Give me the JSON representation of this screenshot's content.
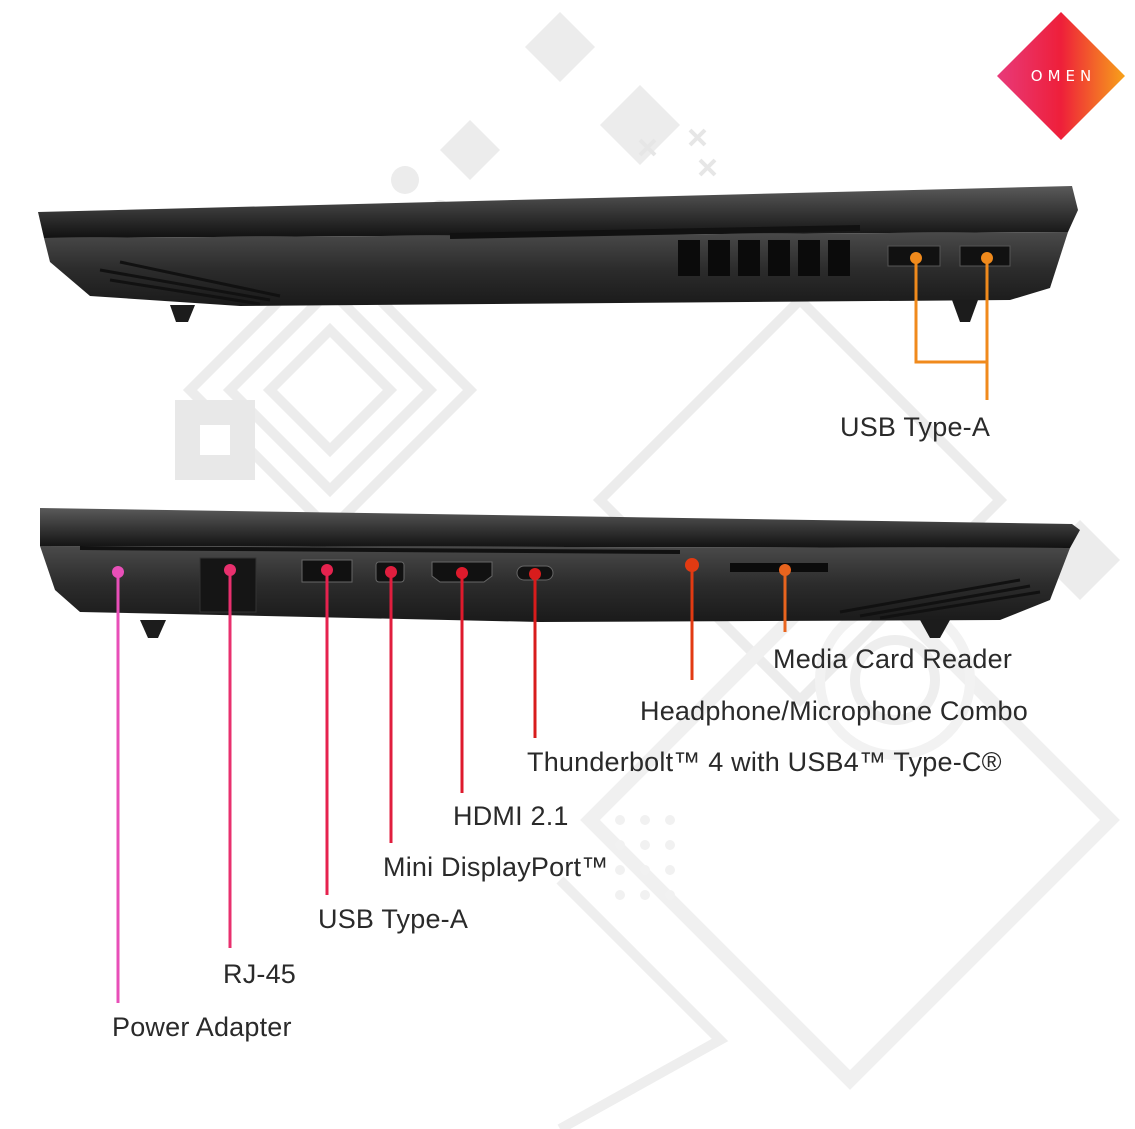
{
  "brand": {
    "logo_text": "OMEN"
  },
  "top_view": {
    "labels": [
      {
        "text": "USB Type-A",
        "color": "#f08a1c"
      }
    ]
  },
  "bottom_view": {
    "labels": [
      {
        "text": "Media Card Reader",
        "color": "#e8641e"
      },
      {
        "text": "Headphone/Microphone Combo",
        "color": "#e23a12"
      },
      {
        "text": "Thunderbolt™ 4 with USB4™ Type-C®",
        "color": "#d81c1c"
      },
      {
        "text": "HDMI 2.1",
        "color": "#de1a2c"
      },
      {
        "text": "Mini DisplayPort™",
        "color": "#e01e3e"
      },
      {
        "text": "USB Type-A",
        "color": "#e6224e"
      },
      {
        "text": "RJ-45",
        "color": "#e8306e"
      },
      {
        "text": "Power Adapter",
        "color": "#e84fb8"
      }
    ]
  }
}
